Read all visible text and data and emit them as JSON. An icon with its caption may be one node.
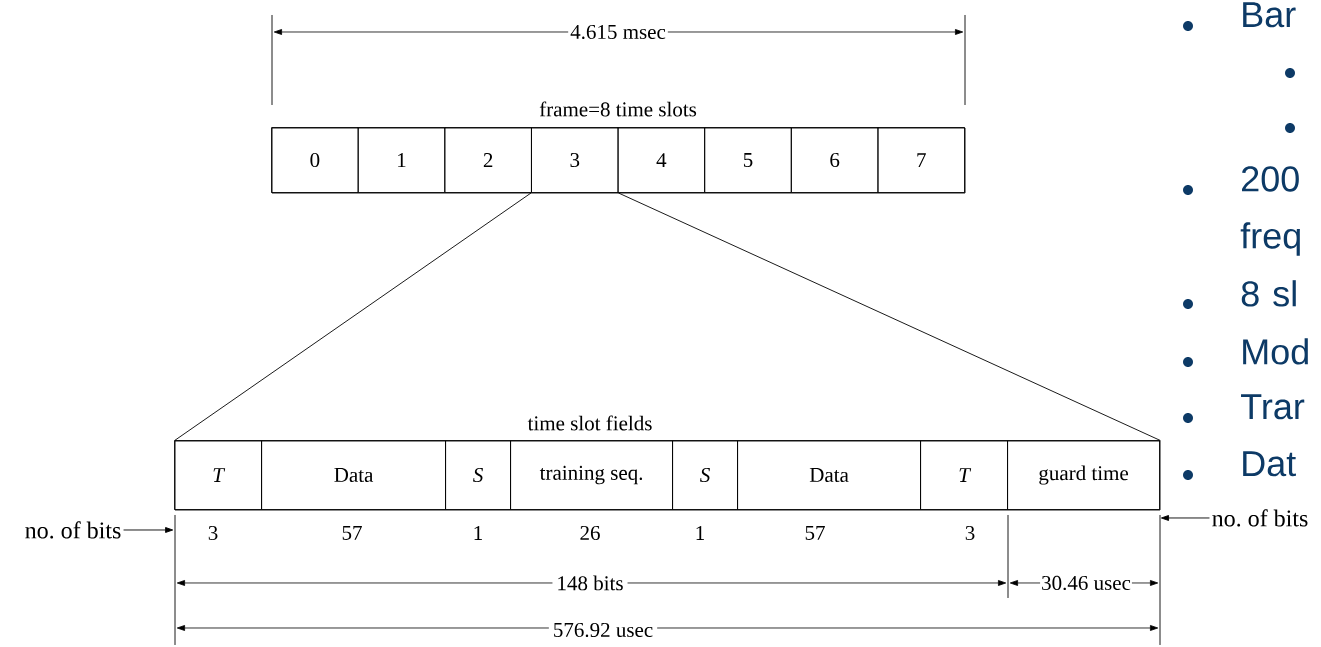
{
  "diagram": {
    "nodes": [
      {
        "text": [
          "frame=8 time slots"
        ]
      },
      {
        "text": [
          "0"
        ],
        "in": 0
      },
      {
        "text": [
          "1"
        ],
        "in": 0
      },
      {
        "text": [
          "2"
        ],
        "in": 0
      },
      {
        "text": [
          "3"
        ],
        "in": 0
      },
      {
        "text": [
          "4"
        ],
        "in": 0
      },
      {
        "text": [
          "5"
        ],
        "in": 0
      },
      {
        "text": [
          "6"
        ],
        "in": 0
      },
      {
        "text": [
          "7"
        ],
        "in": 0
      },
      {
        "text": [
          "time slot fields"
        ]
      },
      {
        "text": [
          "T"
        ],
        "in": 9
      },
      {
        "text": [
          "Data"
        ],
        "in": 9
      },
      {
        "text": [
          "S"
        ],
        "in": 9
      },
      {
        "text": [
          "training seq."
        ],
        "in": 9
      },
      {
        "text": [
          "S"
        ],
        "in": 9
      },
      {
        "text": [
          "Data"
        ],
        "in": 9
      },
      {
        "text": [
          "T"
        ],
        "in": 9
      },
      {
        "text": [
          "guard time"
        ],
        "in": 9
      },
      {
        "text": [
          "no. of bits"
        ]
      },
      {
        "text": [
          "no. of bits"
        ]
      }
    ],
    "edges": [
      {
        "from": 4,
        "to": 9,
        "arrow": "none"
      },
      {
        "from": 4,
        "to": 9,
        "arrow": "none"
      },
      {
        "from": 18,
        "to": 10,
        "arrow": "to"
      },
      {
        "from": 19,
        "to": 17,
        "arrow": "to"
      }
    ],
    "labels": [
      "4.615 msec",
      "Bar",
      "200 freq",
      "8 sl",
      "Mod",
      "Trar",
      "Dat",
      "3",
      "57",
      "1",
      "26",
      "1",
      "57",
      "3",
      "148 bits",
      "30.46 usec",
      "576.92 usec"
    ]
  }
}
